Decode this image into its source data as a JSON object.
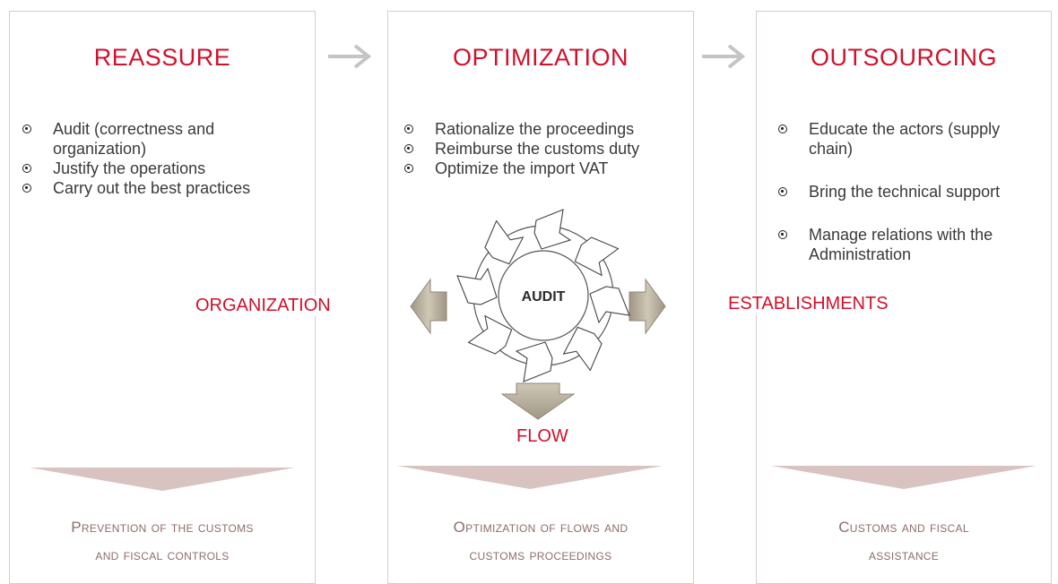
{
  "panels": [
    {
      "title": "REASSURE",
      "bullets": [
        " Audit (correctness and organization)",
        "Justify the operations",
        "Carry out the best practices"
      ],
      "footer_line1": "Prevention of the customs",
      "footer_line2": "and fiscal controls"
    },
    {
      "title": "OPTIMIZATION",
      "bullets": [
        "Rationalize the proceedings",
        "Reimburse the customs duty",
        "Optimize the import VAT"
      ],
      "footer_line1": "Optimization of flows and",
      "footer_line2": "customs proceedings"
    },
    {
      "title": "OUTSOURCING",
      "bullets": [
        "Educate the actors (supply chain)",
        "Bring the technical support",
        "Manage relations with the Administration"
      ],
      "footer_line1": "Customs and fiscal",
      "footer_line2": "assistance"
    }
  ],
  "diagram": {
    "center_label": "AUDIT",
    "left_label": "ORGANIZATION",
    "right_label": "ESTABLISHMENTS",
    "bottom_label": "FLOW"
  },
  "colors": {
    "accent": "#d0112b",
    "footer_text": "#8d6e6a",
    "triangle": "#d8c3c1",
    "panel_border": "#d9cbc9",
    "block_arrow": "#b5ab98",
    "connector_arrow": "#c4c4c4"
  },
  "icons": {
    "connector": "arrow-right-icon",
    "bullet": "circle-dot-icon",
    "cycle": "cycle-arrows-icon"
  }
}
